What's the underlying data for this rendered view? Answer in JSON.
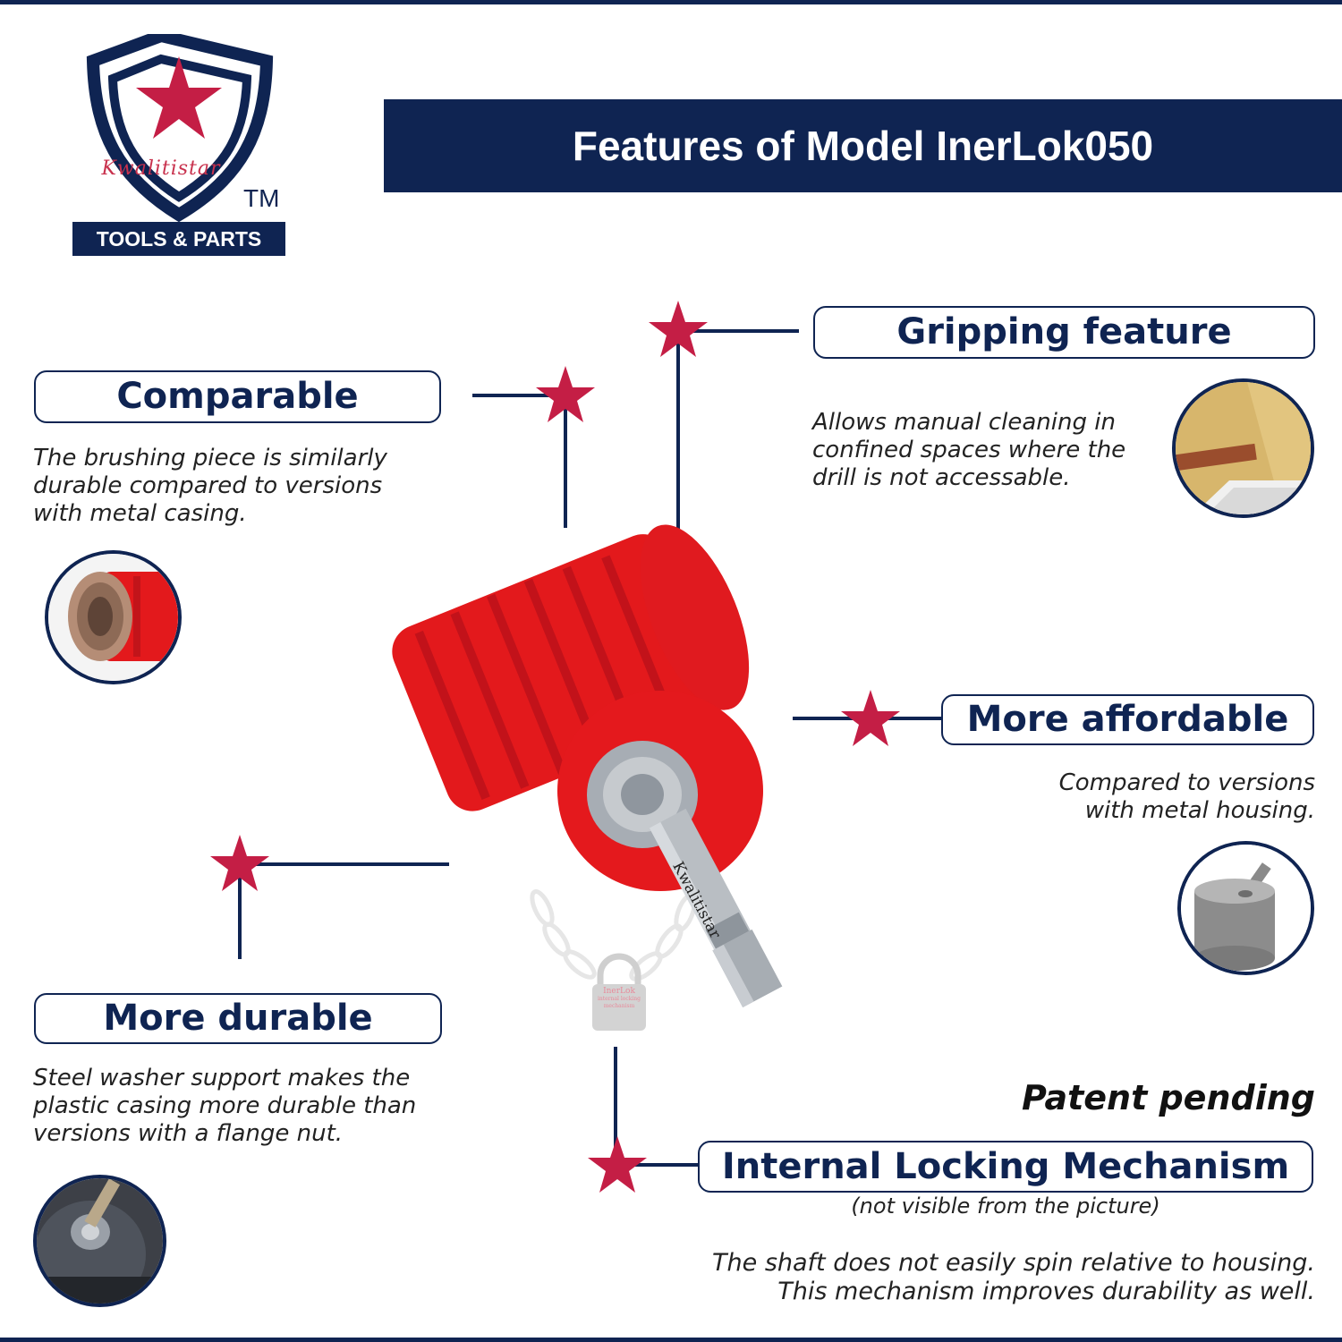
{
  "logo": {
    "wordmark": "Kwalitistar",
    "trademark": "TM",
    "plate": "TOOLS & PARTS"
  },
  "header": {
    "title": "Features of Model InerLok050"
  },
  "features": {
    "comparable": {
      "title": "Comparable",
      "description": "The brushing piece is similarly durable compared to versions with metal casing."
    },
    "gripping": {
      "title": "Gripping feature",
      "description": "Allows manual cleaning in confined spaces where the drill is not accessable."
    },
    "affordable": {
      "title": "More affordable",
      "description": "Compared to versions with metal housing."
    },
    "durable": {
      "title": "More durable",
      "description": "Steel washer support makes the plastic casing more durable than versions with a flange nut."
    },
    "locking": {
      "patent": "Patent pending",
      "title": "Internal Locking Mechanism",
      "note": "(not visible from the picture)",
      "description": "The shaft does not easily spin relative to housing. This mechanism improves durability as well."
    }
  },
  "product": {
    "shaft_text": "Kwalitistar",
    "lock_label": "InerLok",
    "lock_sub": "internal locking mechanism"
  },
  "colors": {
    "navy": "#0f2452",
    "star_red": "#c41e45",
    "housing_red": "#e3191c"
  },
  "icons": [
    "shield-star-icon",
    "star-icon",
    "lock-icon"
  ]
}
